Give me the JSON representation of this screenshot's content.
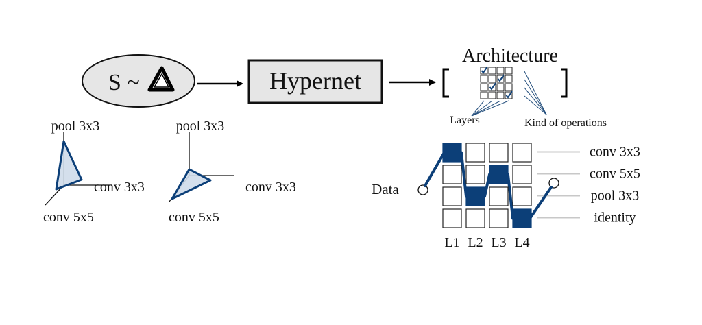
{
  "flow": {
    "sample_label": "S ~",
    "hypernet_label": "Hypernet",
    "architecture_label": "Architecture"
  },
  "architecture_matrix": {
    "checked_cells": [
      [
        0,
        0
      ],
      [
        1,
        2
      ],
      [
        2,
        1
      ],
      [
        3,
        3
      ]
    ],
    "layers_label": "Layers",
    "kinds_label": "Kind of operations"
  },
  "simplex_examples": [
    {
      "top_label": "pool 3x3",
      "right_label": "conv 3x3",
      "bottom_label": "conv 5x5"
    },
    {
      "top_label": "pool 3x3",
      "right_label": "conv 3x3",
      "bottom_label": "conv 5x5"
    }
  ],
  "network_grid": {
    "data_label": "Data",
    "operations": [
      "conv 3x3",
      "conv 5x5",
      "pool 3x3",
      "identity"
    ],
    "layers": [
      "L1",
      "L2",
      "L3",
      "L4"
    ],
    "selected_op_per_layer": [
      0,
      2,
      1,
      3
    ],
    "accent_color": "#0c3f78"
  }
}
